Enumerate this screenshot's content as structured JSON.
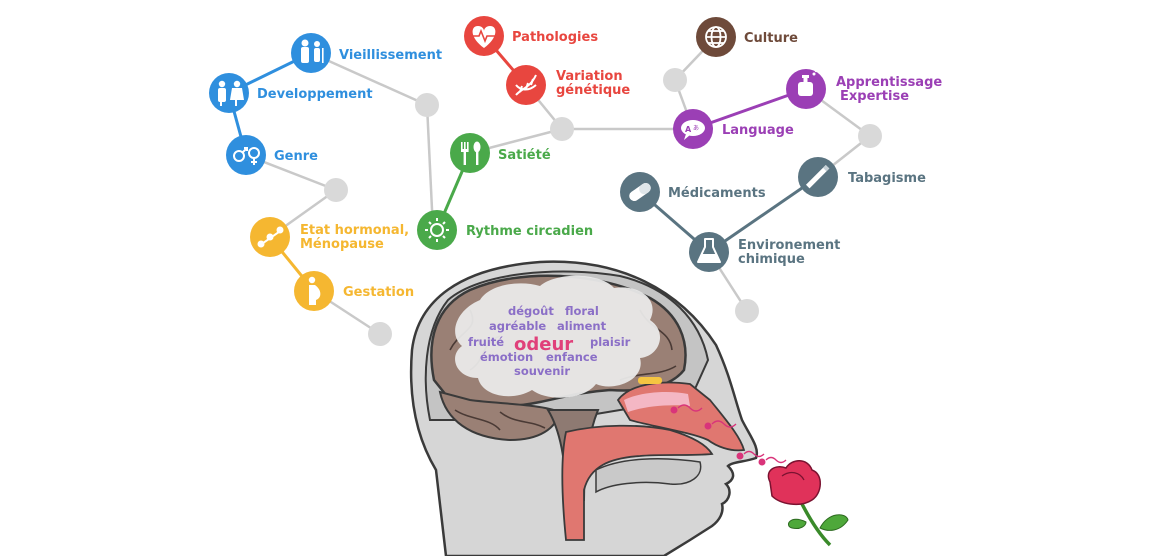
{
  "colors": {
    "blue": "#2f8fde",
    "yellow": "#f5b731",
    "green": "#4aa94a",
    "red": "#e8463f",
    "brown": "#6e4a3a",
    "purple": "#9b3fb5",
    "slate": "#5a7481",
    "connector": "#c9c9c9"
  },
  "nodes": {
    "vieillissement": "Vieillissement",
    "developpement": "Developpement",
    "genre": "Genre",
    "etat_hormonal_1": "Etat hormonal,",
    "etat_hormonal_2": "Ménopause",
    "gestation": "Gestation",
    "satiete": "Satiété",
    "rythme": "Rythme circadien",
    "pathologies": "Pathologies",
    "variation_1": "Variation",
    "variation_2": "génétique",
    "culture": "Culture",
    "apprentissage_1": "Apprentissage",
    "apprentissage_2": "Expertise",
    "language": "Language",
    "medicaments": "Médicaments",
    "tabagisme": "Tabagisme",
    "environement_1": "Environement",
    "environement_2": "chimique"
  },
  "cloud": {
    "w1": "dégoût",
    "w2": "floral",
    "w3": "agréable",
    "w4": "aliment",
    "w5": "fruité",
    "main": "odeur",
    "w6": "plaisir",
    "w7": "émotion",
    "w8": "enfance",
    "w9": "souvenir"
  }
}
